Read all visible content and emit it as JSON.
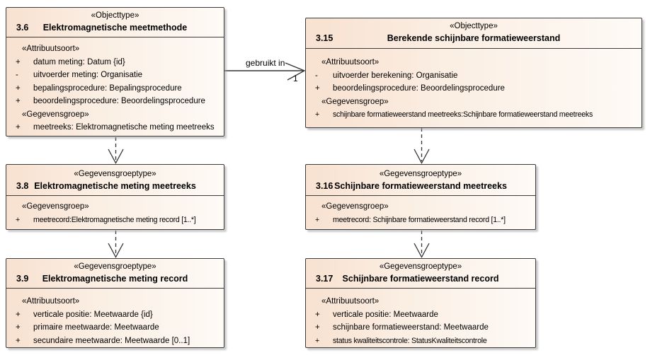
{
  "diagram": {
    "colors": {
      "background": "#ffffff",
      "box_fill_left": "#f8e1d0",
      "box_fill_right": "#fefaf6",
      "box_border": "#3c3c3c",
      "shadow": "#a0a0a0",
      "text": "#000000"
    }
  },
  "boxes": [
    {
      "stereotype": "«Objecttype»",
      "number": "3.6",
      "name": "Elektromagnetische meetmethode",
      "rows": [
        {
          "kind": "header",
          "text": "«Attribuutsoort»"
        },
        {
          "kind": "attribute",
          "visibility": "+",
          "text": "datum meting: Datum {id}"
        },
        {
          "kind": "attribute",
          "visibility": "-",
          "text": "uitvoerder meting: Organisatie"
        },
        {
          "kind": "attribute",
          "visibility": "+",
          "text": "bepalingsprocedure: Bepalingsprocedure"
        },
        {
          "kind": "attribute",
          "visibility": "+",
          "text": "beoordelingsprocedure: Beoordelingsprocedure"
        },
        {
          "kind": "header",
          "text": "«Gegevensgroep»"
        },
        {
          "kind": "attribute",
          "visibility": "+",
          "text": "meetreeks: Elektromagnetische meting meetreeks"
        }
      ]
    },
    {
      "stereotype": "«Objecttype»",
      "number": "3.15",
      "name": "Berekende schijnbare formatieweerstand",
      "rows": [
        {
          "kind": "header",
          "text": "«Attribuutsoort»"
        },
        {
          "kind": "attribute",
          "visibility": "-",
          "text": "uitvoerder berekening: Organisatie"
        },
        {
          "kind": "attribute",
          "visibility": "+",
          "text": "beoordelingsprocedure: Beoordelingsprocedure"
        },
        {
          "kind": "header",
          "text": "«Gegevensgroep»"
        },
        {
          "kind": "attribute",
          "visibility": "+",
          "text": "schijnbare formatieweerstand meetreeks:Schijnbare formatieweerstand meetreeks"
        }
      ]
    },
    {
      "stereotype": "«Gegevensgroeptype»",
      "number": "3.8",
      "name": "Elektromagnetische meting meetreeks",
      "rows": [
        {
          "kind": "header",
          "text": "«Gegevensgroep»"
        },
        {
          "kind": "attribute",
          "visibility": "+",
          "text": "meetrecord:Elektromagnetische meting record [1..*]"
        }
      ]
    },
    {
      "stereotype": "«Gegevensgroeptype»",
      "number": "3.16",
      "name": "Schijnbare formatieweerstand meetreeks",
      "rows": [
        {
          "kind": "header",
          "text": "«Gegevensgroep»"
        },
        {
          "kind": "attribute",
          "visibility": "+",
          "text": "meetrecord: Schijnbare formatieweerstand record [1..*]"
        }
      ]
    },
    {
      "stereotype": "«Gegevensgroeptype»",
      "number": "3.9",
      "name": "Elektromagnetische meting record",
      "rows": [
        {
          "kind": "header",
          "text": "«Attribuutsoort»"
        },
        {
          "kind": "attribute",
          "visibility": "+",
          "text": "verticale positie: Meetwaarde {id}"
        },
        {
          "kind": "attribute",
          "visibility": "+",
          "text": "primaire meetwaarde: Meetwaarde"
        },
        {
          "kind": "attribute",
          "visibility": "+",
          "text": "secundaire meetwaarde: Meetwaarde [0..1]"
        }
      ]
    },
    {
      "stereotype": "«Gegevensgroeptype»",
      "number": "3.17",
      "name": "Schijnbare formatieweerstand record",
      "rows": [
        {
          "kind": "header",
          "text": "«Attribuutsoort»"
        },
        {
          "kind": "attribute",
          "visibility": "+",
          "text": "verticale positie: Meetwaarde"
        },
        {
          "kind": "attribute",
          "visibility": "+",
          "text": "schijnbare formatieweerstand: Meetwaarde"
        },
        {
          "kind": "attribute",
          "visibility": "+",
          "text": "status kwaliteitscontrole: StatusKwaliteitscontrole"
        }
      ]
    }
  ],
  "connectors": {
    "uses": {
      "type": "solid-arrow",
      "label": "gebruikt in",
      "multiplicity": "1",
      "from": "3.6",
      "to": "3.15"
    },
    "dependencies": [
      {
        "type": "dashed-arrow",
        "from": "3.6",
        "to": "3.8"
      },
      {
        "type": "dashed-arrow",
        "from": "3.15",
        "to": "3.16"
      },
      {
        "type": "dashed-arrow",
        "from": "3.8",
        "to": "3.9"
      },
      {
        "type": "dashed-arrow",
        "from": "3.16",
        "to": "3.17"
      }
    ]
  }
}
